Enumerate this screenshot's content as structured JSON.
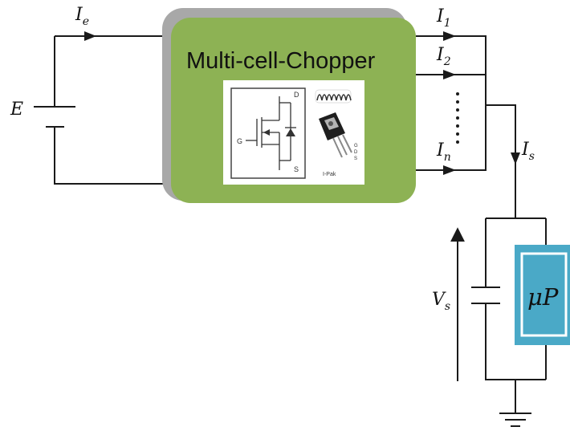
{
  "converter": {
    "title": "Multi-cell-Chopper",
    "box_color": "#8db254",
    "shadow_color": "#a8a8a8",
    "package_label": "I-Pak",
    "pin_labels": {
      "gate": "G",
      "drain": "D",
      "source": "S"
    },
    "package_pins": [
      "G",
      "D",
      "S"
    ]
  },
  "source": {
    "label": "E"
  },
  "input_current": {
    "symbol": "I",
    "subscript": "e"
  },
  "output_currents": [
    {
      "symbol": "I",
      "subscript": "1"
    },
    {
      "symbol": "I",
      "subscript": "2"
    },
    {
      "symbol": "I",
      "subscript": "n"
    }
  ],
  "load_current": {
    "symbol": "I",
    "subscript": "s"
  },
  "output_voltage": {
    "symbol": "V",
    "subscript": "s"
  },
  "load": {
    "label": "μP",
    "fill_color": "#4aa9c7",
    "border_color": "#ffffff"
  },
  "icons": [
    "capacitor-symbol",
    "battery-symbol",
    "inductor-icon",
    "mosfet-icon",
    "ground-icon"
  ]
}
